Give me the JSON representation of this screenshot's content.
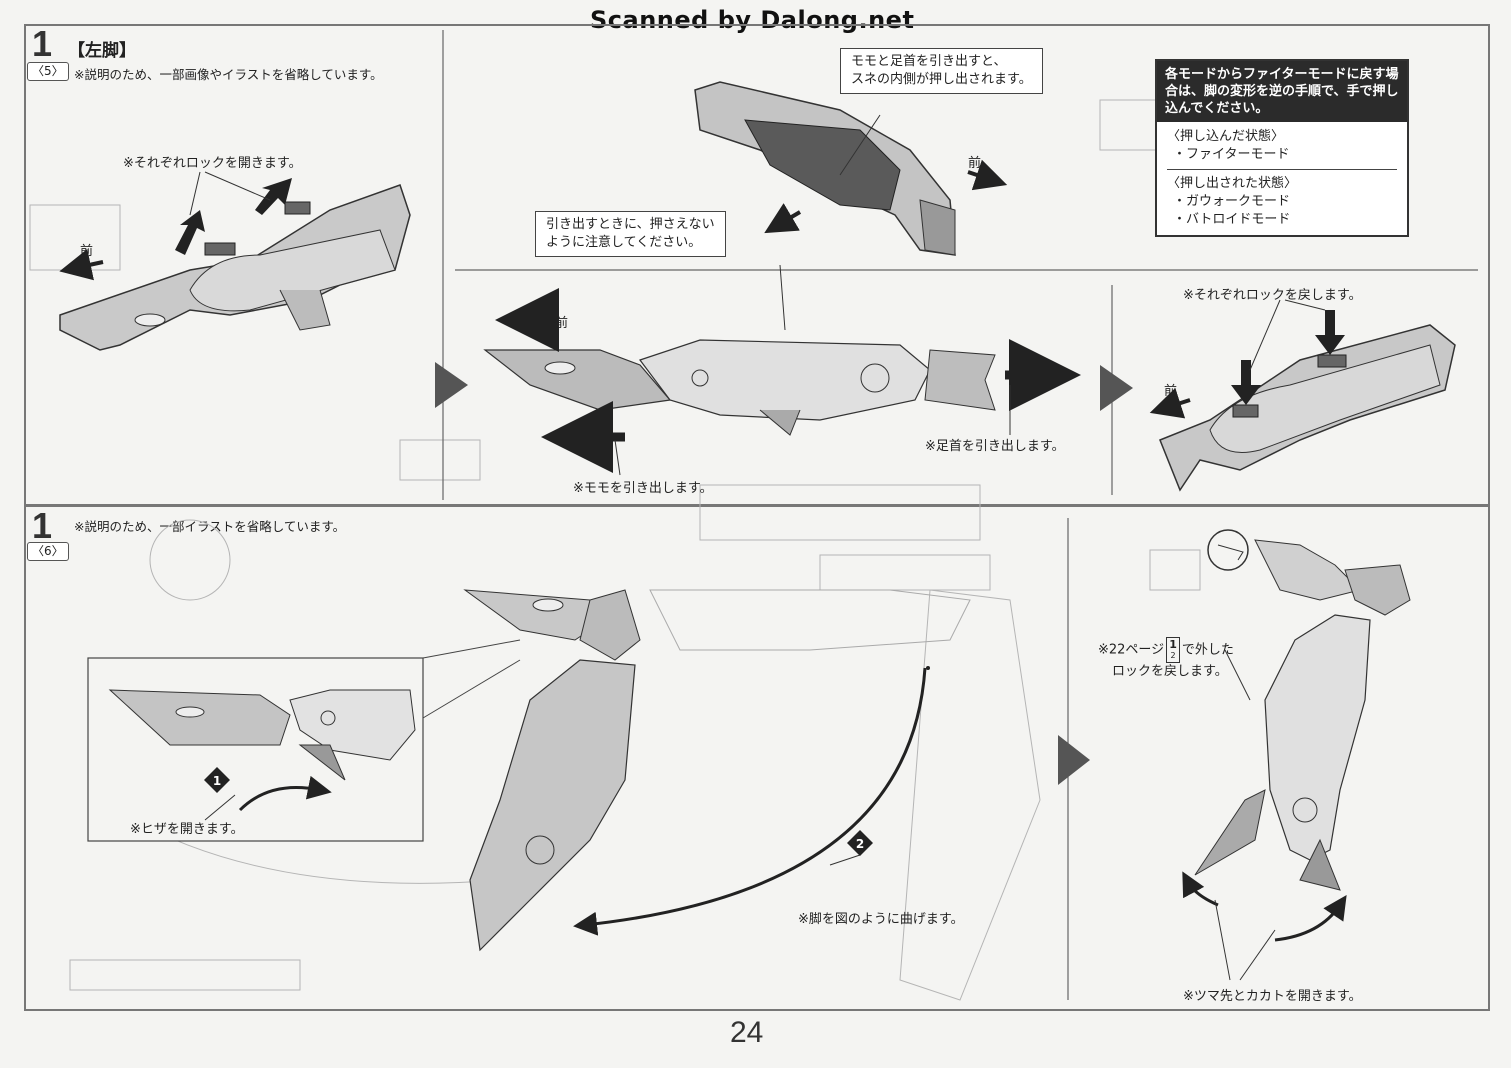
{
  "watermark": "Scanned by Dalong.net",
  "page_number": "24",
  "section_top": {
    "step_number": "1",
    "substep": "5",
    "title": "【左脚】",
    "note": "※説明のため、一部画像やイラストを省略しています。",
    "unlock_label": "※それぞれロックを開きます。",
    "front_label": "前",
    "pull_callout_line1": "モモと足首を引き出すと、",
    "pull_callout_line2": "スネの内側が押し出されます。",
    "caution_line1": "引き出すときに、押さえない",
    "caution_line2": "ように注意してください。",
    "thigh_label": "※モモを引き出します。",
    "ankle_label": "※足首を引き出します。",
    "relock_label": "※それぞれロックを戻します。",
    "info": {
      "head": "各モードからファイターモードに戻す場合は、脚の変形を逆の手順で、手で押し込んでください。",
      "pushed_title": "〈押し込んだ状態〉",
      "pushed_items": [
        "・ファイターモード"
      ],
      "pulled_title": "〈押し出された状態〉",
      "pulled_items": [
        "・ガウォークモード",
        "・バトロイドモード"
      ]
    }
  },
  "section_bottom": {
    "step_number": "1",
    "substep": "6",
    "note": "※説明のため、一部イラストを省略しています。",
    "knee_label": "※ヒザを開きます。",
    "bend_label": "※脚を図のように曲げます。",
    "relock_line1": "※22ページ",
    "relock_ref": "1",
    "relock_ref_sub": "2",
    "relock_line1_end": "で外した",
    "relock_line2": "ロックを戻します。",
    "toe_label": "※ツマ先とカカトを開きます。",
    "mark_1": "1",
    "mark_2": "2"
  }
}
